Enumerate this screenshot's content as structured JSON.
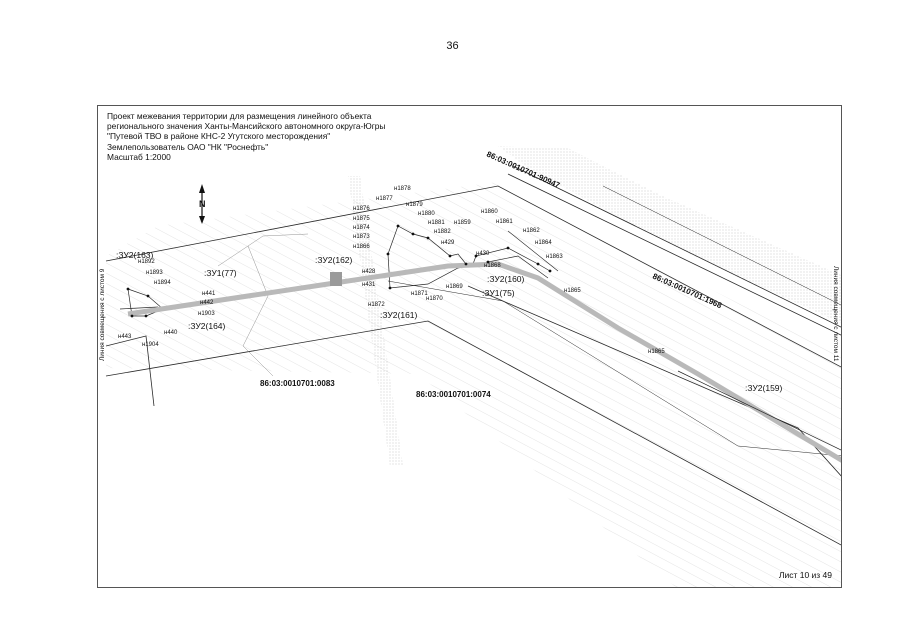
{
  "page": {
    "number": "36",
    "sheet_label": "Лист 10 из 49"
  },
  "title": {
    "lines": [
      "Проект межевания территории для размещения линейного объекта",
      "регионального значения Ханты-Мансийского автономного округа-Югры",
      "\"Путевой ТВО в районе КНС-2 Угутского месторождения\"",
      "Землепользователь ОАО \"НК \"Роснефть\"",
      "Масштаб 1:2000"
    ]
  },
  "north": {
    "letter": "N",
    "icon": "north-arrow-icon"
  },
  "side_labels": {
    "left": "Линия совмещения с листом 9",
    "right": "Линия совмещения с листом 11"
  },
  "cadastral_labels": [
    "86:03:0010701:90947",
    "86:03:0010701:1968",
    "86:03:0010701:0083",
    "86:03:0010701:0074"
  ],
  "parcel_labels": [
    ":ЗУ2(163)",
    ":ЗУ1(77)",
    ":ЗУ2(164)",
    ":ЗУ2(162)",
    ":ЗУ2(161)",
    ":ЗУ1(75)",
    ":ЗУ2(160)",
    ":ЗУ2(159)"
  ],
  "point_labels": [
    "н1892",
    "н1893",
    "н1894",
    "н441",
    "н442",
    "н1903",
    "н443",
    "н440",
    "н1904",
    "н1878",
    "н1877",
    "н1879",
    "н1876",
    "н1880",
    "н1875",
    "н1881",
    "н1874",
    "н1882",
    "н1873",
    "н1866",
    "н429",
    "н1859",
    "н1860",
    "н1861",
    "н1862",
    "н1864",
    "н1863",
    "н430",
    "н1868",
    "н1865",
    "н428",
    "н431",
    "н1872",
    "н1871",
    "н1870",
    "н1869",
    "н1865"
  ],
  "colors": {
    "road": "#b9b9b9",
    "line": "#2a2a2a",
    "hatch": "#cfcfcf",
    "dots": "#c4c4c4"
  }
}
